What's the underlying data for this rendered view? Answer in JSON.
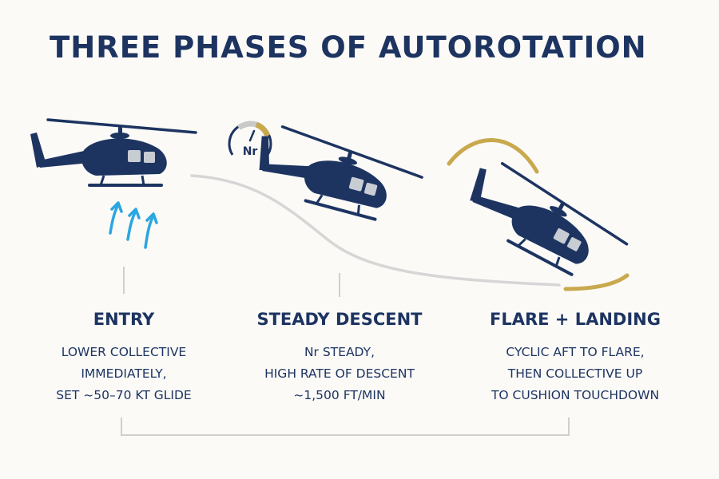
{
  "title": "THREE PHASES OF AUTOROTATION",
  "gauge_label": "Nr",
  "colors": {
    "navy": "#1d3461",
    "gold": "#c9a94e",
    "airflow_blue": "#2aa6e0",
    "path_gray": "#d6d6d6"
  },
  "icons": [
    "helicopter-icon",
    "rotor-rpm-gauge-icon",
    "airflow-arrow-icon",
    "flare-arc-icon"
  ],
  "phases": [
    {
      "title": "ENTRY",
      "lines": [
        "LOWER COLLECTIVE",
        "IMMEDIATELY,",
        "SET ~50–70 KT GLIDE"
      ]
    },
    {
      "title": "STEADY DESCENT",
      "lines": [
        "Nr STEADY,",
        "HIGH RATE OF DESCENT",
        "~1,500 FT/MIN"
      ]
    },
    {
      "title": "FLARE + LANDING",
      "lines": [
        "CYCLIC AFT TO FLARE,",
        "THEN COLLECTIVE UP",
        "TO CUSHION TOUCHDOWN"
      ]
    }
  ]
}
